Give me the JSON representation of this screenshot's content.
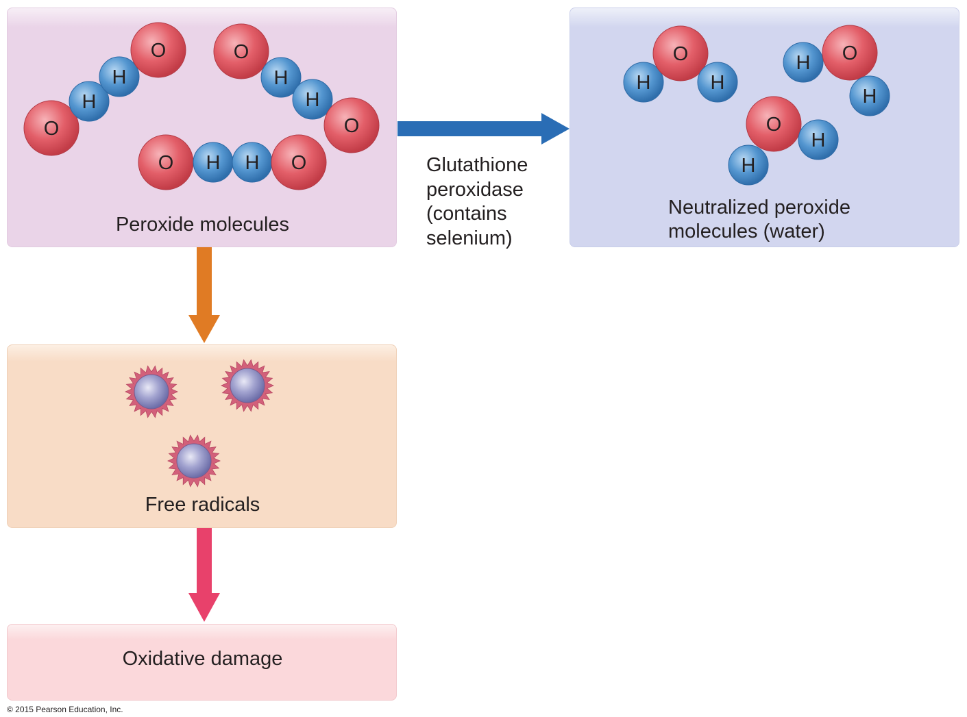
{
  "boxes": {
    "peroxide": {
      "label": "Peroxide molecules"
    },
    "neutralized": {
      "label_line1": "Neutralized peroxide",
      "label_line2": "molecules (water)"
    },
    "radicals": {
      "label": "Free radicals"
    },
    "damage": {
      "label": "Oxidative damage"
    }
  },
  "enzyme": {
    "line1": "Glutathione",
    "line2": "peroxidase",
    "line3": "(contains",
    "line4": "selenium)"
  },
  "atoms": {
    "oxygen": "O",
    "hydrogen": "H"
  },
  "copyright": "© 2015 Pearson Education, Inc.",
  "colors": {
    "oxygen": "#e0555f",
    "hydrogen": "#4a8fc9",
    "arrow_blue": "#2a6db5",
    "arrow_orange": "#e07b24",
    "arrow_pink": "#e8416b",
    "radical_core": "#8e8fc3",
    "radical_spikes": "#d2607a"
  }
}
